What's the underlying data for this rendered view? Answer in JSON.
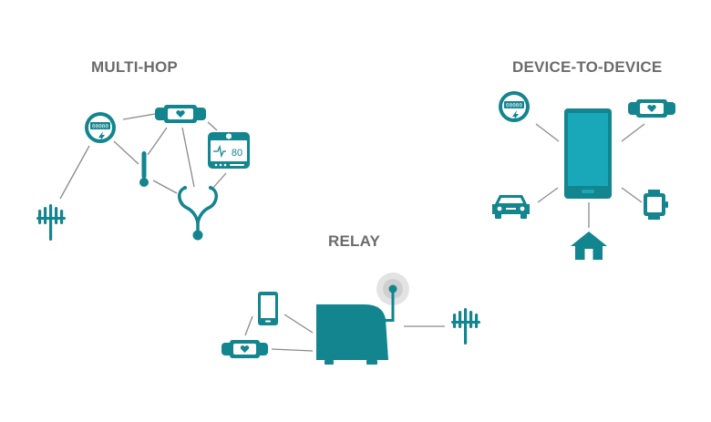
{
  "sections": {
    "multi_hop": {
      "title": "MULTI-HOP"
    },
    "device_to_device": {
      "title": "DEVICE-TO-DEVICE"
    },
    "relay": {
      "title": "RELAY"
    }
  },
  "device_labels": {
    "meter_reading": "00000",
    "monitor_reading": "80"
  },
  "colors": {
    "teal": "#12858f",
    "phone_screen": "#19a8b9",
    "heading": "#6b6b6b",
    "link": "#8a8a8a",
    "glow": "#e3e3e3"
  },
  "icons": [
    "smart-meter-icon",
    "fitness-band-icon",
    "patient-monitor-icon",
    "thermometer-icon",
    "stethoscope-icon",
    "cell-tower-icon",
    "smartphone-icon",
    "car-icon",
    "home-icon",
    "smartwatch-icon",
    "relay-station-icon"
  ]
}
